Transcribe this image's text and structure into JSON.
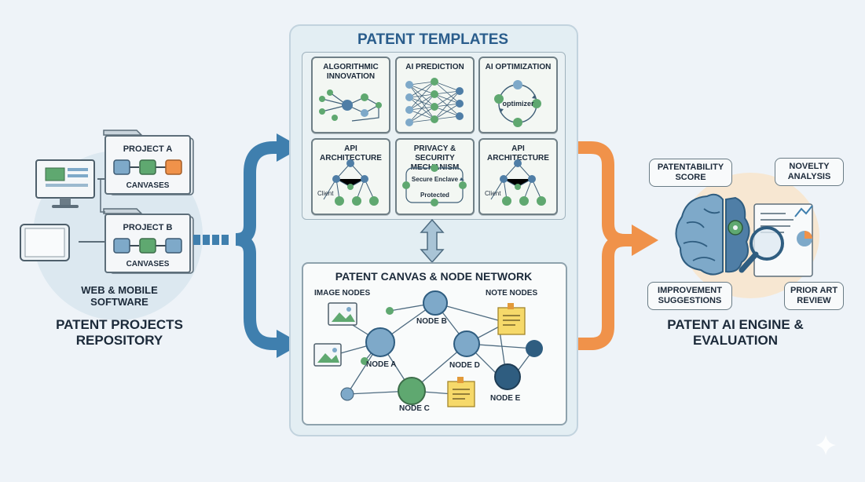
{
  "repository": {
    "title": "PATENT PROJECTS\nREPOSITORY",
    "software_label": "WEB & MOBILE\nSOFTWARE",
    "projects": [
      {
        "title": "PROJECT A",
        "sub": "CANVASES"
      },
      {
        "title": "PROJECT B",
        "sub": "CANVASES"
      }
    ]
  },
  "templates": {
    "title": "PATENT TEMPLATES",
    "cards": [
      {
        "title": "ALGORITHMIC\nINNOVATION"
      },
      {
        "title": "AI PREDICTION"
      },
      {
        "title": "AI OPTIMIZATION",
        "inner": "optimizer"
      },
      {
        "title": "API ARCHITECTURE",
        "inner": "Client"
      },
      {
        "title": "PRIVACY & SECURITY\nMECHANISM",
        "inner": "Secure Enclave",
        "inner2": "Protected"
      },
      {
        "title": "API ARCHITECTURE",
        "inner": "Client"
      }
    ]
  },
  "canvas": {
    "title": "PATENT CANVAS & NODE NETWORK",
    "image_nodes": "IMAGE NODES",
    "note_nodes": "NOTE NODES",
    "nodes": [
      "NODE A",
      "NODE B",
      "NODE C",
      "NODE D",
      "NODE E"
    ]
  },
  "engine": {
    "title": "PATENT AI ENGINE &\nEVALUATION",
    "bubbles": [
      "PATENTABILITY\nSCORE",
      "NOVELTY\nANALYSIS",
      "IMPROVEMENT\nSUGGESTIONS",
      "PRIOR ART\nREVIEW"
    ]
  },
  "colors": {
    "blue": "#3f7fae",
    "orange": "#f0924a",
    "green": "#5fa870",
    "node_blue": "#7ea9c9",
    "note_yellow": "#f6d96a"
  }
}
